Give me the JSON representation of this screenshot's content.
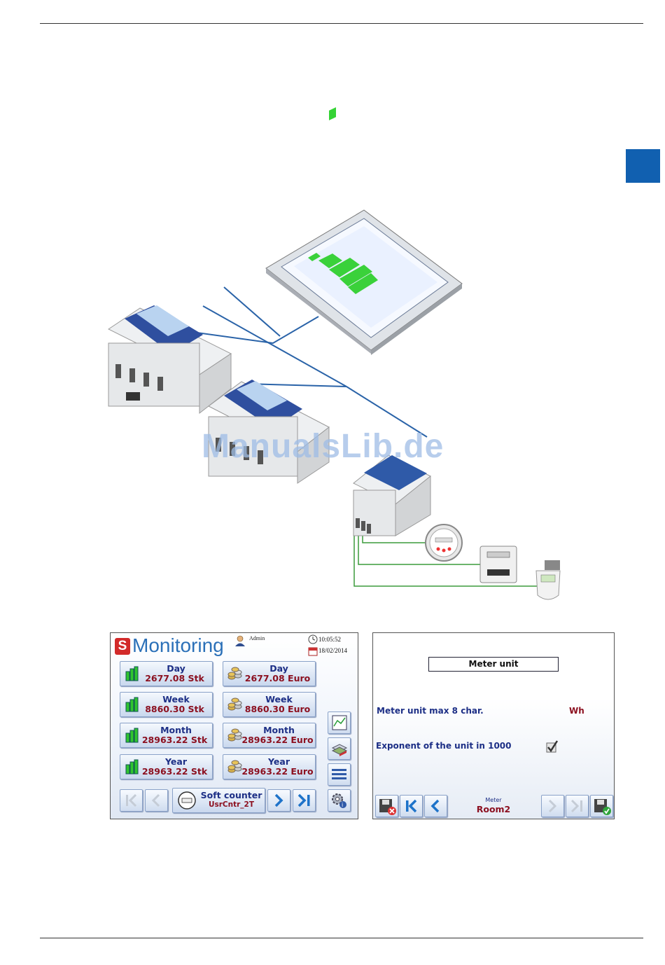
{
  "watermark": "ManualsLib.de",
  "monitoring": {
    "logo_letter": "S",
    "title": "Monitoring",
    "user": "Admin",
    "time": "10:05:52",
    "date": "18/02/2014",
    "tiles": [
      {
        "label": "Day",
        "value": "2677.08 Stk",
        "icon": "bar-chart-icon"
      },
      {
        "label": "Day",
        "value": "2677.08 Euro",
        "icon": "coins-icon"
      },
      {
        "label": "Week",
        "value": "8860.30 Stk",
        "icon": "bar-chart-icon"
      },
      {
        "label": "Week",
        "value": "8860.30 Euro",
        "icon": "coins-icon"
      },
      {
        "label": "Month",
        "value": "28963.22 Stk",
        "icon": "bar-chart-icon"
      },
      {
        "label": "Month",
        "value": "28963.22 Euro",
        "icon": "coins-icon"
      },
      {
        "label": "Year",
        "value": "28963.22 Stk",
        "icon": "bar-chart-icon"
      },
      {
        "label": "Year",
        "value": "28963.22 Euro",
        "icon": "coins-icon"
      }
    ],
    "counter": {
      "label": "Soft counter",
      "value": "UsrCntr_2T"
    }
  },
  "meter_unit": {
    "title": "Meter unit",
    "unit_label": "Meter unit max 8 char.",
    "unit_value": "Wh",
    "exponent_label": "Exponent of the unit in 1000",
    "exponent_checked": true,
    "meter_caption": "Meter",
    "meter_value": "Room2"
  },
  "colors": {
    "accent_blue": "#1160b0",
    "value_red": "#8c1020",
    "label_navy": "#1d2f86",
    "bar_green": "#2fc42f"
  }
}
